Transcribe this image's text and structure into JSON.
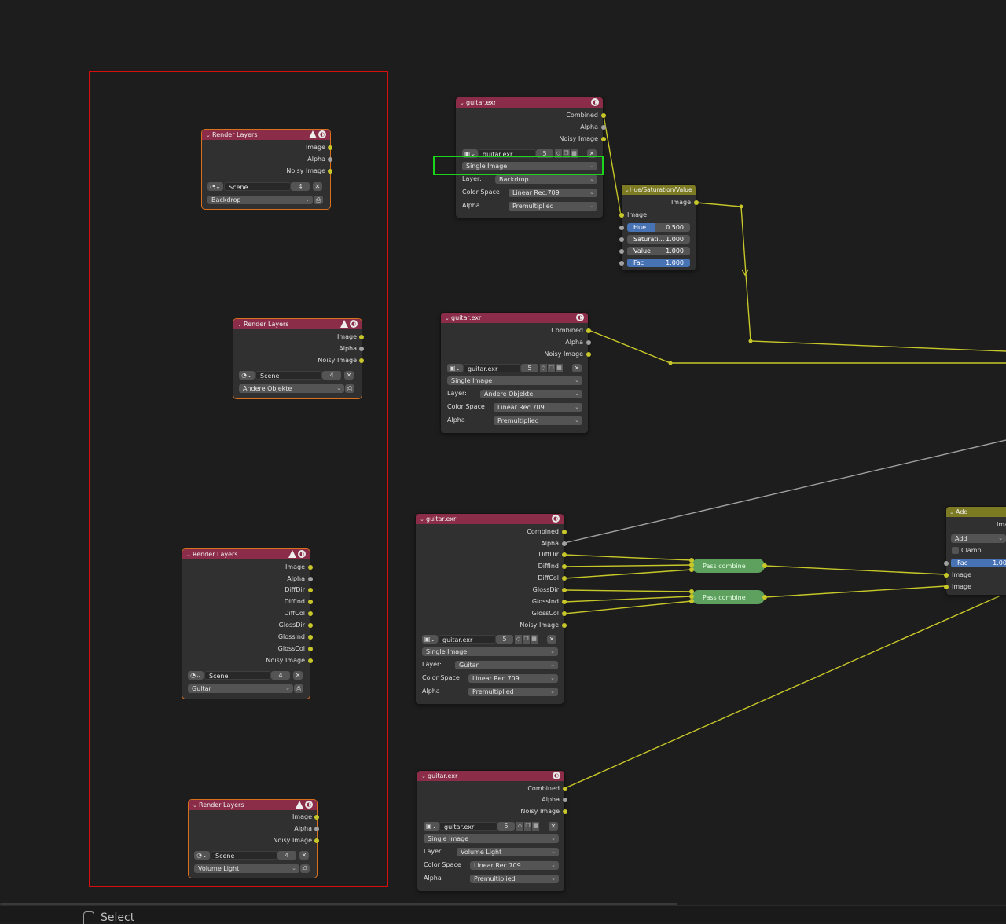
{
  "statusbar": {
    "select_label": "Select"
  },
  "render_layers_nodes": [
    {
      "title": "Render Layers",
      "outputs": [
        "Image",
        "Alpha",
        "Noisy Image"
      ],
      "scene": "Scene",
      "scene_users": "4",
      "layer": "Backdrop"
    },
    {
      "title": "Render Layers",
      "outputs": [
        "Image",
        "Alpha",
        "Noisy Image"
      ],
      "scene": "Scene",
      "scene_users": "4",
      "layer": "Andere Objekte"
    },
    {
      "title": "Render Layers",
      "outputs": [
        "Image",
        "Alpha",
        "DiffDir",
        "DiffInd",
        "DiffCol",
        "GlossDir",
        "GlossInd",
        "GlossCol",
        "Noisy Image"
      ],
      "scene": "Scene",
      "scene_users": "4",
      "layer": "Gultar"
    },
    {
      "title": "Render Layers",
      "outputs": [
        "Image",
        "Alpha",
        "Noisy Image"
      ],
      "scene": "Scene",
      "scene_users": "4",
      "layer": "Volume Light"
    }
  ],
  "image_nodes": [
    {
      "title": "guitar.exr",
      "outputs": [
        "Combined",
        "Alpha",
        "Noisy Image"
      ],
      "image_name": "guitar.exr",
      "users": "5",
      "source": "Single Image",
      "layer_label": "Layer:",
      "layer": "Backdrop",
      "colorspace_label": "Color Space",
      "colorspace": "Linear Rec.709",
      "alpha_label": "Alpha",
      "alpha": "Premultiplied"
    },
    {
      "title": "guitar.exr",
      "outputs": [
        "Combined",
        "Alpha",
        "Noisy Image"
      ],
      "image_name": "guitar.exr",
      "users": "5",
      "source": "Single Image",
      "layer_label": "Layer:",
      "layer": "Andere Objekte",
      "colorspace_label": "Color Space",
      "colorspace": "Linear Rec.709",
      "alpha_label": "Alpha",
      "alpha": "Premultiplied"
    },
    {
      "title": "guitar.exr",
      "outputs": [
        "Combined",
        "Alpha",
        "DiffDir",
        "DiffInd",
        "DiffCol",
        "GlossDir",
        "GlossInd",
        "GlossCol",
        "Noisy Image"
      ],
      "image_name": "guitar.exr",
      "users": "5",
      "source": "Single Image",
      "layer_label": "Layer:",
      "layer": "Guitar",
      "colorspace_label": "Color Space",
      "colorspace": "Linear Rec.709",
      "alpha_label": "Alpha",
      "alpha": "Premultiplied"
    },
    {
      "title": "guitar.exr",
      "outputs": [
        "Combined",
        "Alpha",
        "Noisy Image"
      ],
      "image_name": "guitar.exr",
      "users": "5",
      "source": "Single Image",
      "layer_label": "Layer:",
      "layer": "Volume Light",
      "colorspace_label": "Color Space",
      "colorspace": "Linear Rec.709",
      "alpha_label": "Alpha",
      "alpha": "Premultiplied"
    }
  ],
  "hsv_node": {
    "title": "Hue/Saturation/Value",
    "output": "Image",
    "input": "Image",
    "hue_label": "Hue",
    "hue": "0.500",
    "sat_label": "Saturati...",
    "sat": "1.000",
    "val_label": "Value",
    "val": "1.000",
    "fac_label": "Fac",
    "fac": "1.000"
  },
  "pass_nodes": [
    {
      "label": "Pass combine"
    },
    {
      "label": "Pass combine"
    }
  ],
  "add_node": {
    "title": "Add",
    "output_partial": "Ima",
    "blend": "Add",
    "clamp_label": "Clamp",
    "fac_label": "Fac",
    "fac": "1.000",
    "inputs": [
      "Image",
      "Image"
    ]
  },
  "colors": {
    "background": "#1d1d1d",
    "node_body": "#303030",
    "header_input": "#8b2c48",
    "header_color": "#7c7a22",
    "socket_color": "#c7c729",
    "socket_float": "#a1a1a1",
    "link": "#c7c729",
    "frame": "#d60e0e",
    "highlight": "#1ad61a",
    "group_node": "#5ea05e",
    "slider": "#4772b3"
  }
}
